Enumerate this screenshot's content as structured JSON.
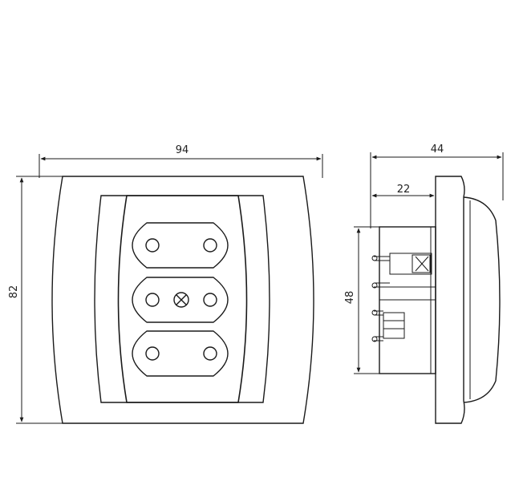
{
  "dimensions": {
    "front_width": "94",
    "front_height": "82",
    "side_depth_total": "44",
    "side_depth_body": "22",
    "side_body_height": "48"
  },
  "colors": {
    "line": "#1a1a1a",
    "background": "#ffffff"
  },
  "views": {
    "front": {
      "sockets": 3,
      "center_screw": "cross-screw"
    },
    "side": {
      "profile": "plate-with-rounded-cover"
    }
  }
}
